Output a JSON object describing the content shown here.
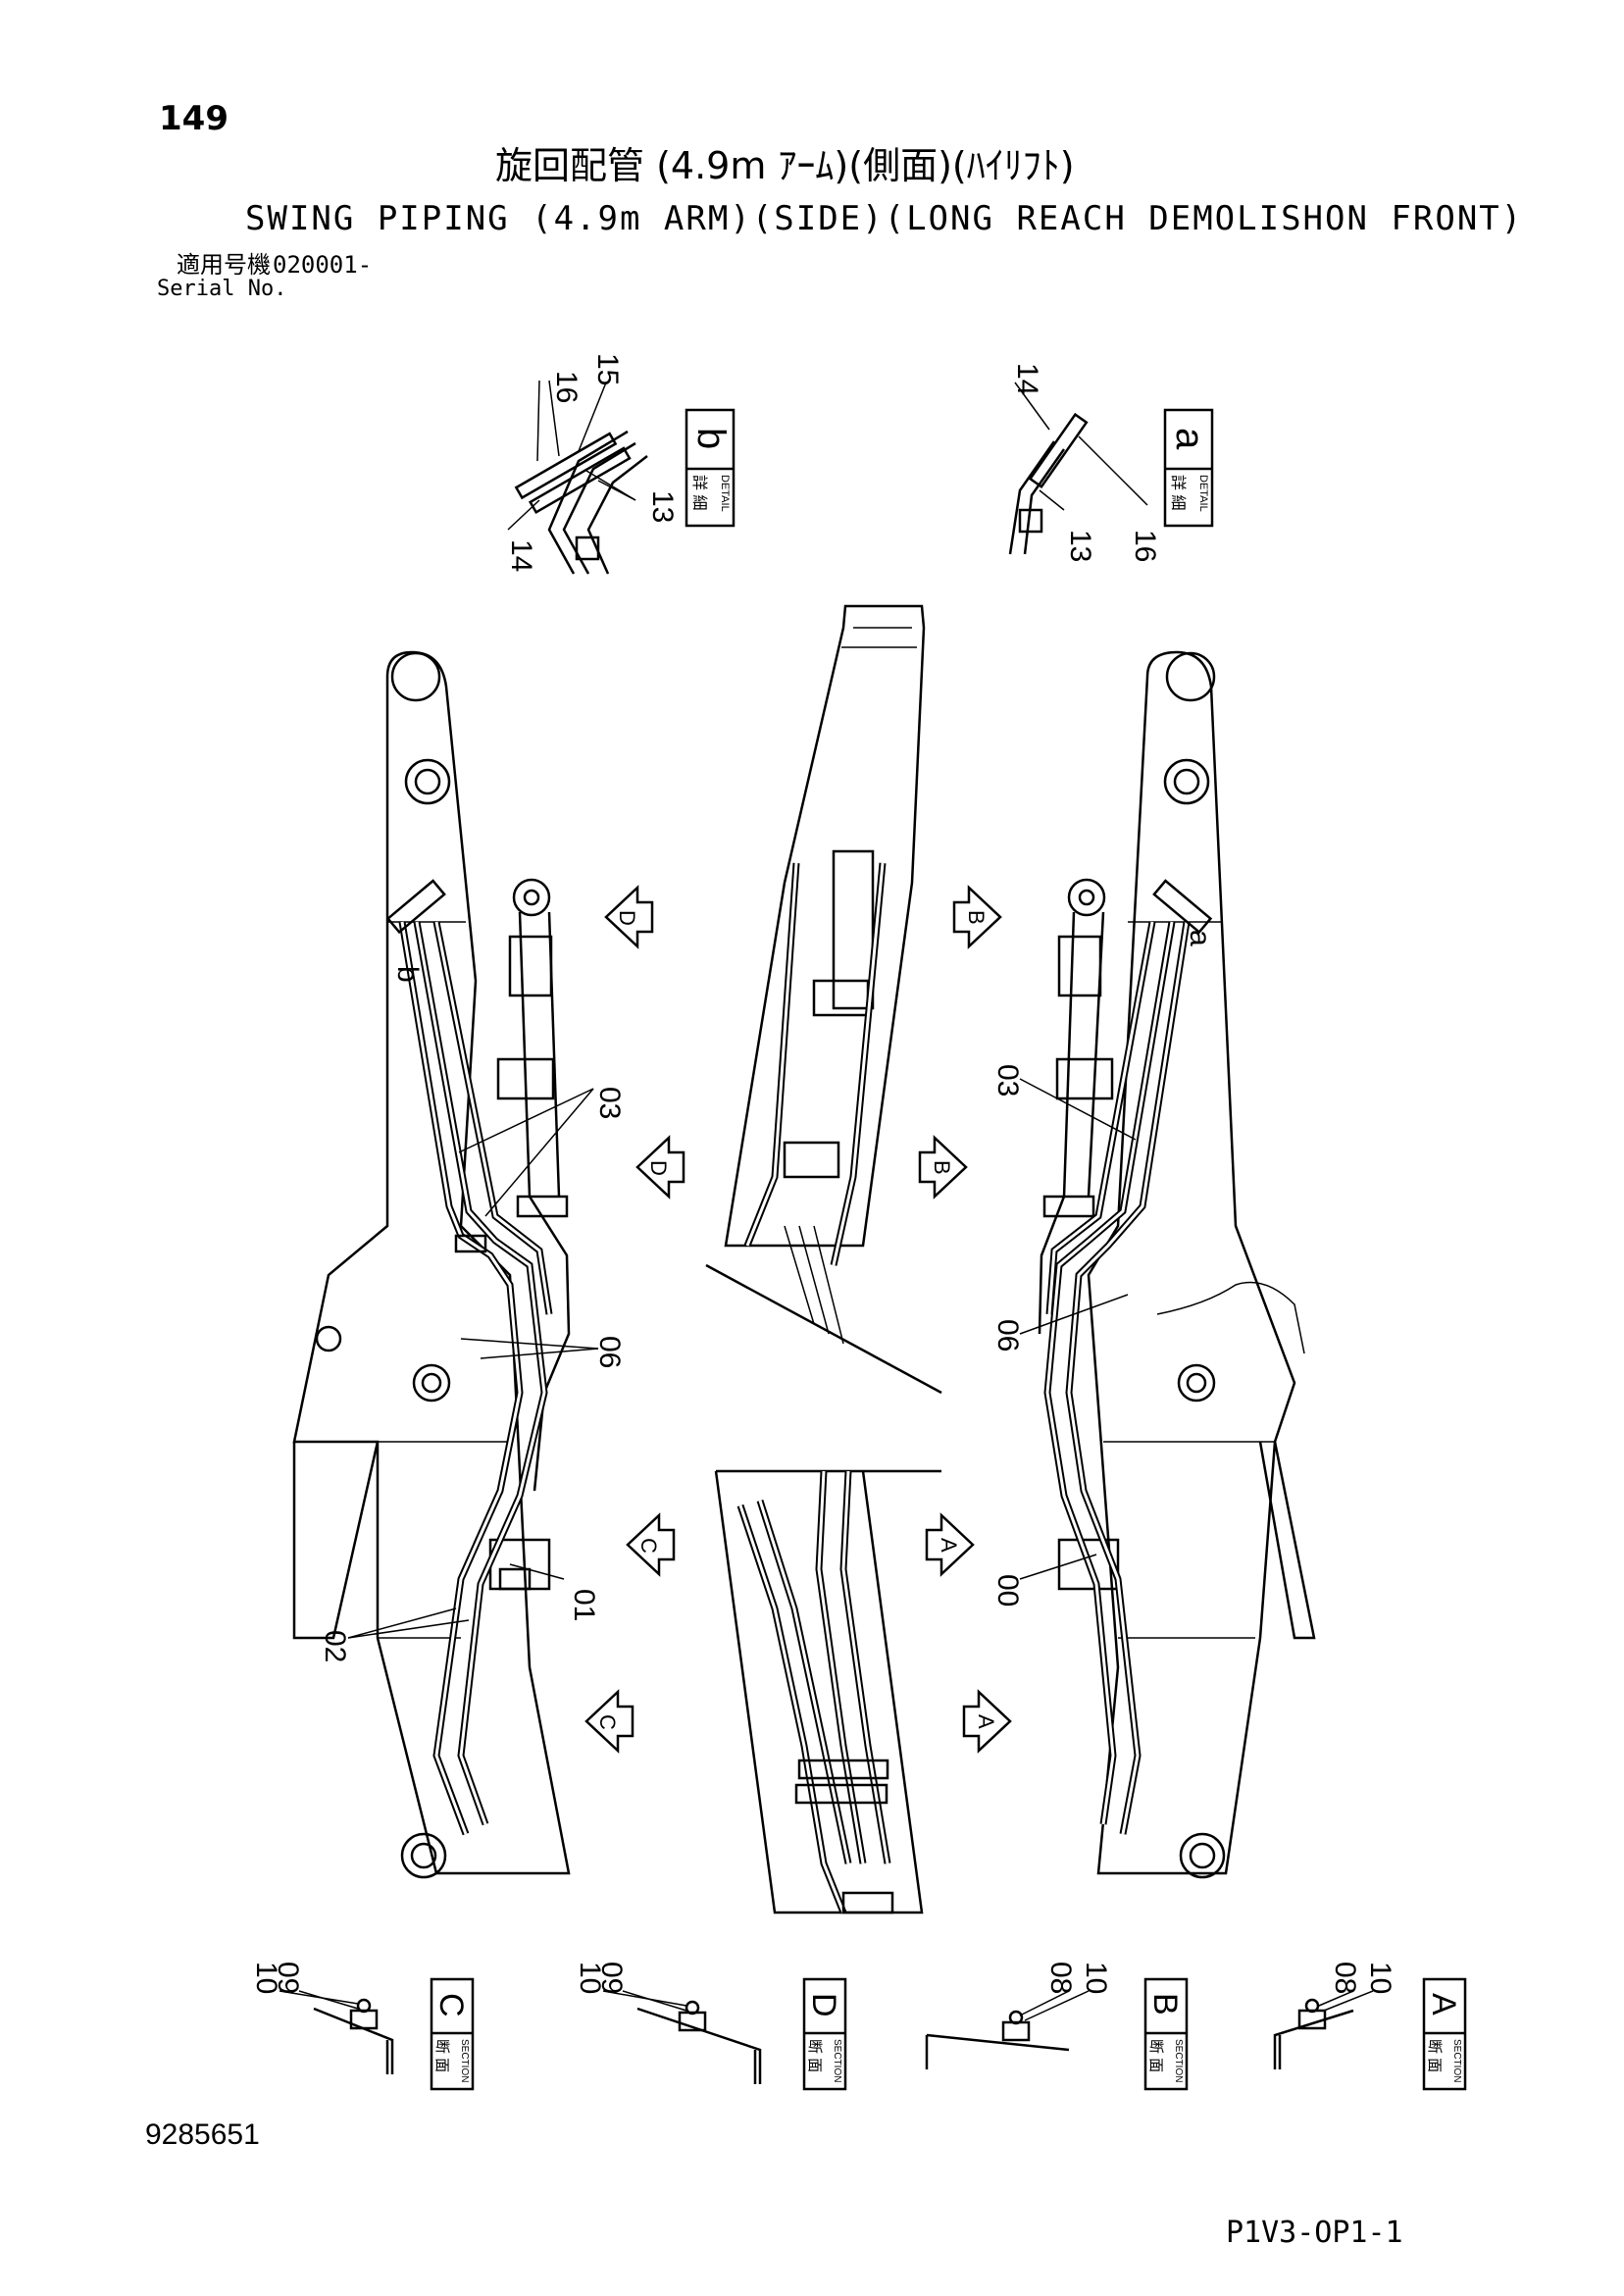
{
  "header": {
    "page_number": "149",
    "title_jp": "旋回配管 (4.9m ｱｰﾑ)(側面)(ﾊｲﾘﾌﾄ)",
    "title_en": "SWING PIPING (4.9m ARM)(SIDE)(LONG REACH DEMOLISHON FRONT)",
    "serial_label_jp": "適用号機",
    "serial_label_en": "Serial No.",
    "serial_value": "020001-"
  },
  "details": [
    {
      "letter": "b",
      "jp": "詳 細",
      "en": "DETAIL",
      "parts": [
        "16",
        "15",
        "13",
        "14"
      ]
    },
    {
      "letter": "a",
      "jp": "詳 細",
      "en": "DETAIL",
      "parts": [
        "14",
        "13",
        "16"
      ]
    }
  ],
  "sections": [
    {
      "letter": "C",
      "jp": "断 面",
      "en": "SECTION",
      "parts": [
        "10",
        "09"
      ]
    },
    {
      "letter": "D",
      "jp": "断 面",
      "en": "SECTION",
      "parts": [
        "10",
        "09"
      ]
    },
    {
      "letter": "B",
      "jp": "断 面",
      "en": "SECTION",
      "parts": [
        "08",
        "10"
      ]
    },
    {
      "letter": "A",
      "jp": "断 面",
      "en": "SECTION",
      "parts": [
        "08",
        "10"
      ]
    }
  ],
  "part_labels": {
    "p03_left": "03",
    "p06_left": "06",
    "p01": "01",
    "p02": "02",
    "p03_right": "03",
    "p06_right": "06",
    "p00": "00"
  },
  "detail_markers": {
    "b": "b",
    "a": "a"
  },
  "section_arrows": {
    "d_top": "D",
    "d_mid": "D",
    "c_mid": "C",
    "c_bot": "C",
    "b_top": "B",
    "b_mid": "B",
    "a_mid": "A",
    "a_bot": "A"
  },
  "footer": {
    "drawing_number": "9285651",
    "page_code": "P1V3-OP1-1"
  }
}
